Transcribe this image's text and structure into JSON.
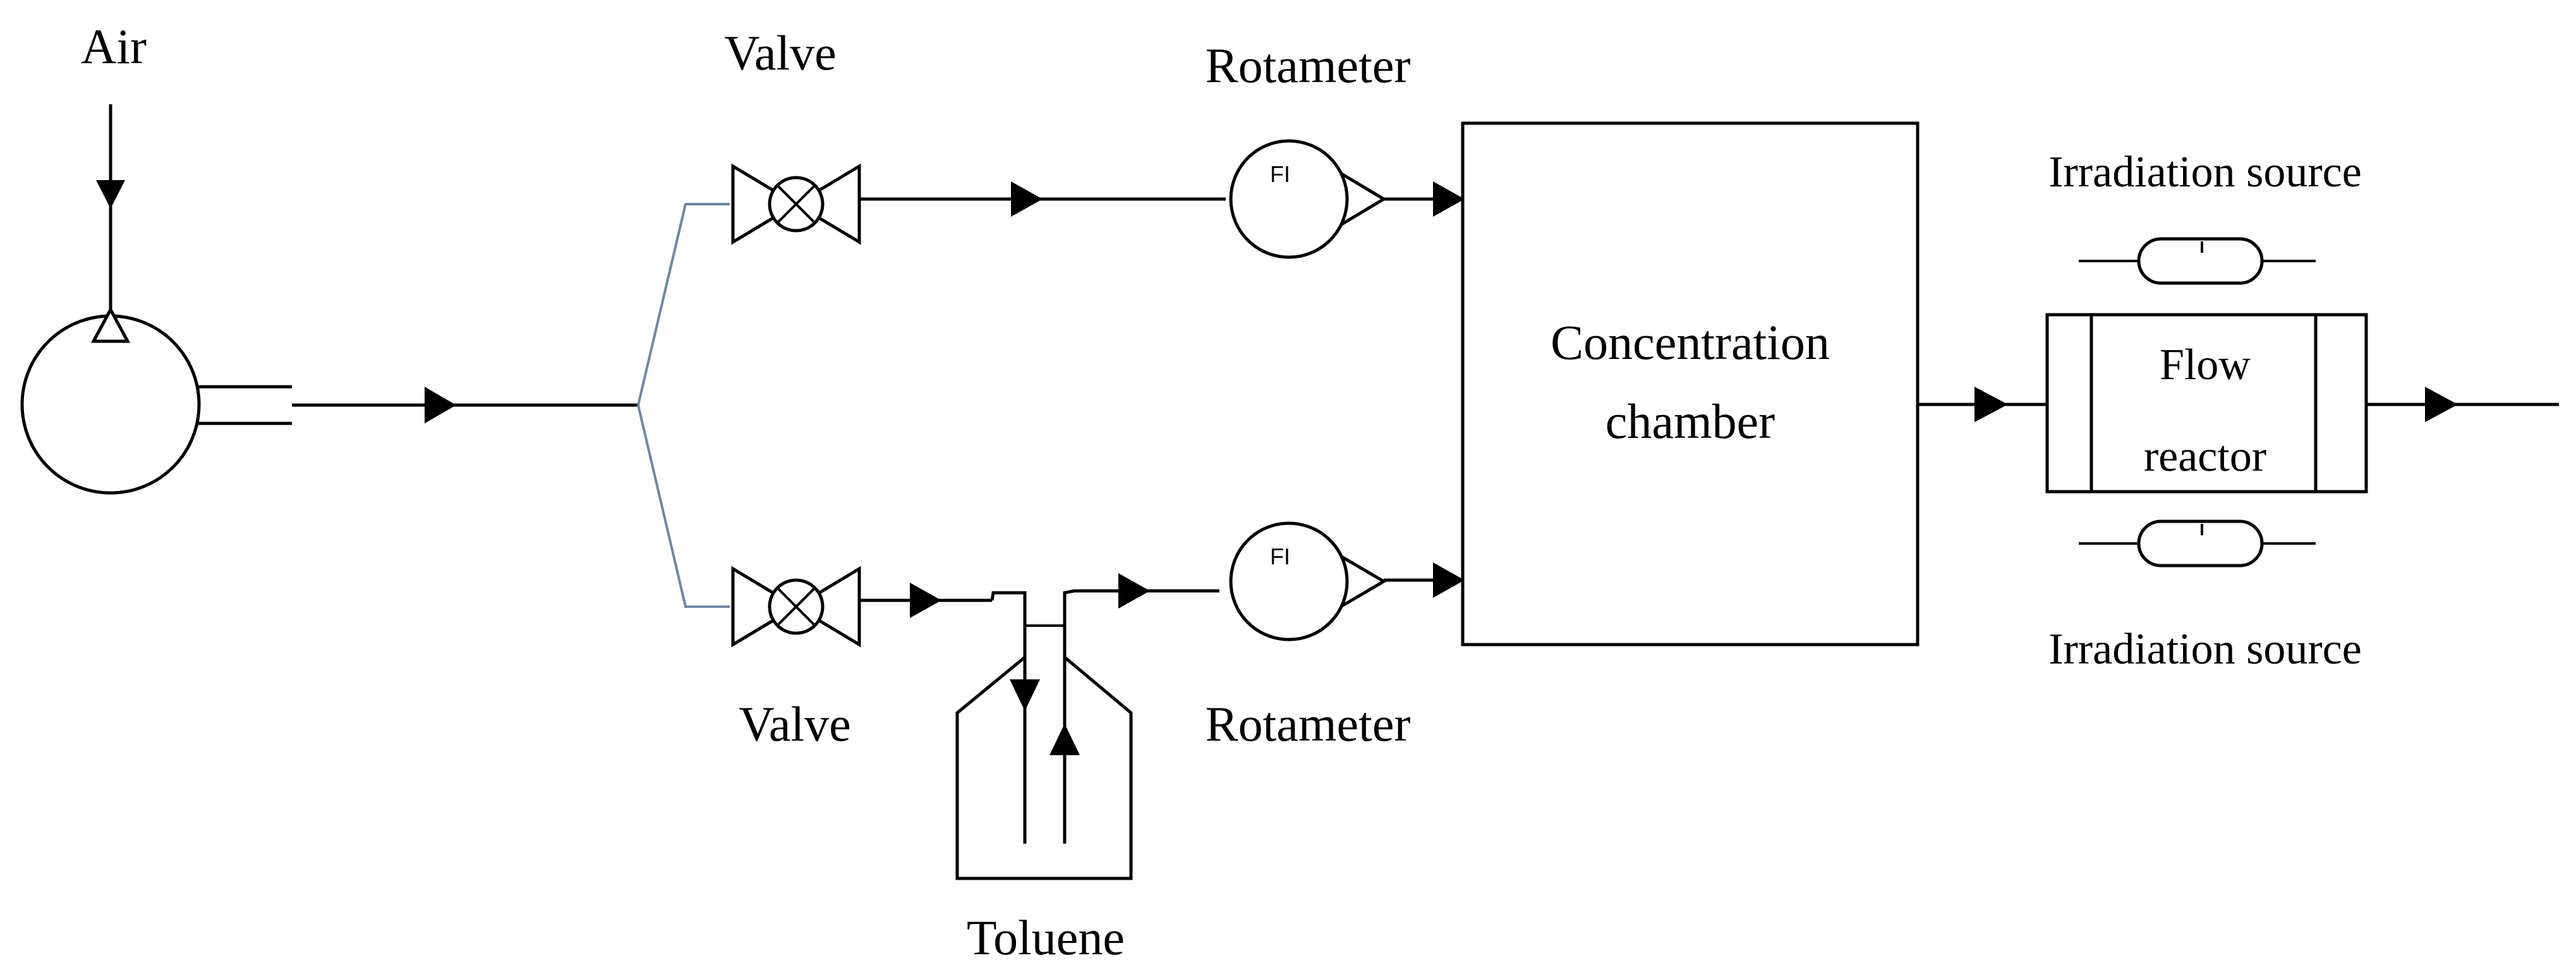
{
  "labels": {
    "air": "Air",
    "valve_top": "Valve",
    "valve_bottom": "Valve",
    "rotameter_top": "Rotameter",
    "rotameter_bottom": "Rotameter",
    "rotameter_top_tag": "FI",
    "rotameter_bottom_tag": "FI",
    "chamber_line1": "Concentration",
    "chamber_line2": "chamber",
    "reactor_line1": "Flow",
    "reactor_line2": "reactor",
    "irradiation_top": "Irradiation source",
    "irradiation_bottom": "Irradiation source",
    "toluene": "Toluene"
  }
}
